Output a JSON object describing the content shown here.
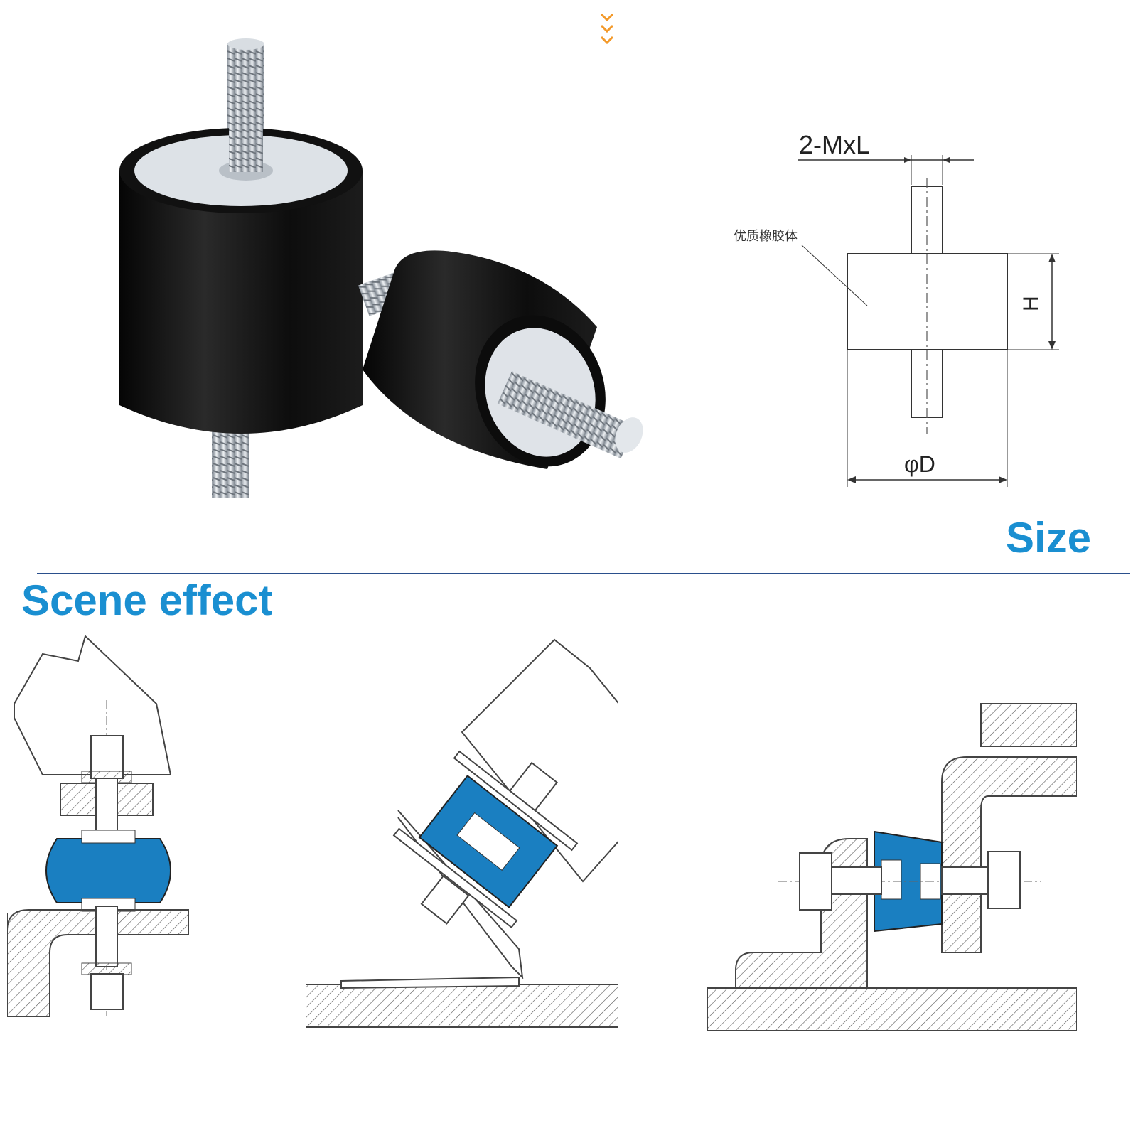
{
  "headings": {
    "size": "Size",
    "scene_effect": "Scene effect"
  },
  "dimension_drawing": {
    "thread_label": "2-MxL",
    "material_callout": "优质橡胶体",
    "height_label": "H",
    "diameter_label": "φD"
  },
  "colors": {
    "heading_blue": "#1a8fd1",
    "divider_navy": "#2a4f8c",
    "rubber_blue": "#1a7fc1",
    "scroll_hint_orange": "#f39a2b",
    "rubber_black": "#111111",
    "metal_grey": "#c9cfd6"
  },
  "icons": {
    "scroll_hint": "triple-chevron-down-icon"
  }
}
